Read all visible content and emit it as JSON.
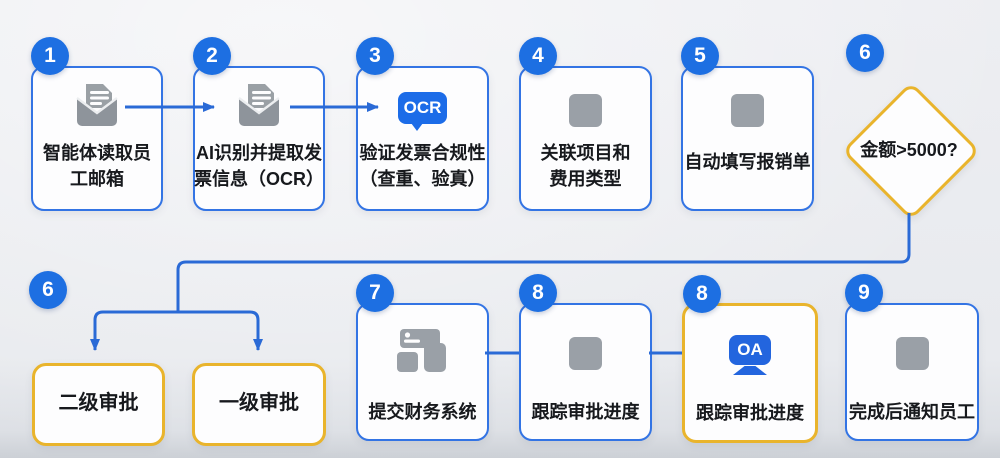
{
  "colors": {
    "badge_blue": "#1d6fe2",
    "box_border_blue": "#3374e4",
    "line_blue": "#2a6ad6",
    "accent_yellow": "#e9b42c",
    "icon_gray": "#9aa0a7",
    "ocr_icon_blue": "#1c6ce8",
    "oa_icon_blue": "#2365de",
    "text": "#17191d",
    "background": "#e8eaee"
  },
  "row1": [
    {
      "num": "1",
      "line1": "智能体读取员",
      "line2": "工邮箱"
    },
    {
      "num": "2",
      "line1": "AI识别并提取发",
      "line2": "票信息（OCR）"
    },
    {
      "num": "3",
      "line1": "验证发票合规性",
      "line2": "（查重、验真）",
      "icon_label": "OCR"
    },
    {
      "num": "4",
      "line1": "关联项目和",
      "line2": "费用类型"
    },
    {
      "num": "5",
      "line1": "自动填写报销单"
    }
  ],
  "decision": {
    "num": "6",
    "label": "金额>5000?"
  },
  "branch": {
    "num": "6",
    "left_label": "二级审批",
    "right_label": "一级审批"
  },
  "row2": [
    {
      "num": "7",
      "label": "提交财务系统"
    },
    {
      "num": "8",
      "label": "跟踪审批进度"
    },
    {
      "num": "8",
      "label": "跟踪审批进度",
      "icon_label": "OA"
    },
    {
      "num": "9",
      "label": "完成后通知员工"
    }
  ]
}
